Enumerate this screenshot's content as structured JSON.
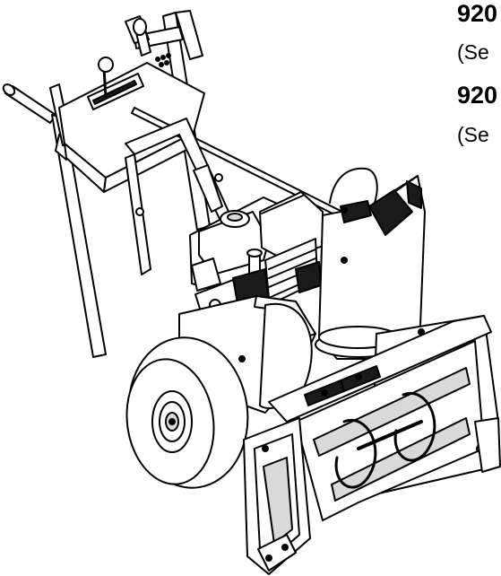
{
  "labels": [
    {
      "model": "920",
      "note": "(Se"
    },
    {
      "model": "920",
      "note": "(Se"
    }
  ],
  "colors": {
    "line": "#000000",
    "background": "#ffffff",
    "fill_light": "#ffffff",
    "fill_gray": "#d9d9d9",
    "fill_dark": "#1a1a1a"
  }
}
